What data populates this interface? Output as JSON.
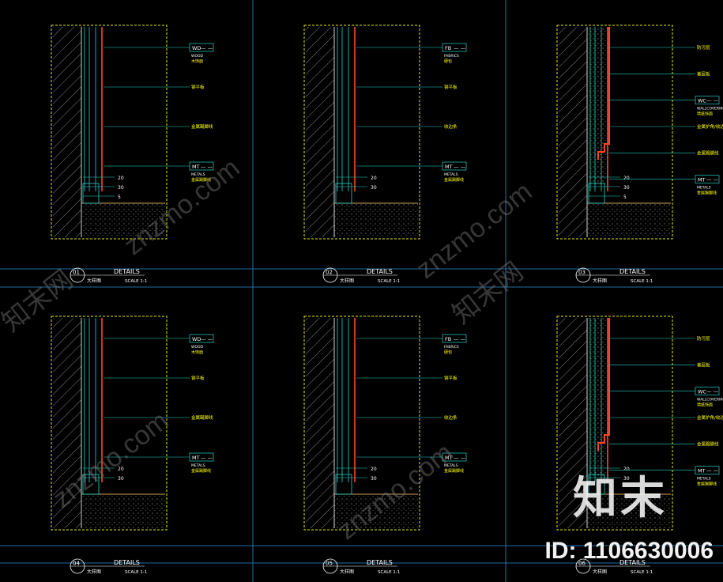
{
  "colors": {
    "frame": "#2a8fd0",
    "panel": "#e6e600",
    "tag": "#22d3c8",
    "label": "#ffff00",
    "accent": "#ff4422",
    "wall": "#d0d0d0"
  },
  "watermarks": {
    "logo": "知末",
    "id": "ID: 1106630006",
    "diagonal": "znzmo.com",
    "diagonal_cn": "知末网"
  },
  "panels": [
    {
      "num": "01",
      "title": "DETAILS",
      "subtitle": "大样图",
      "scale": "SCALE 1:1",
      "callouts": [
        {
          "code": "WD",
          "name": "WOOD",
          "cn": "木饰面"
        },
        {
          "cn": "钢平板"
        },
        {
          "cn": "金属踢脚线"
        },
        {
          "code": "MT",
          "name": "METALS",
          "cn": "金属踢脚线"
        }
      ],
      "dims": [
        "20",
        "30",
        "5"
      ]
    },
    {
      "num": "02",
      "title": "DETAILS",
      "subtitle": "大样图",
      "scale": "SCALE 1:1",
      "callouts": [
        {
          "code": "FB",
          "name": "FABRICS",
          "cn": "硬包"
        },
        {
          "cn": "钢平板"
        },
        {
          "cn": "收边条"
        },
        {
          "code": "MT",
          "name": "METALS",
          "cn": "金属踢脚线"
        }
      ],
      "dims": [
        "20",
        "30"
      ]
    },
    {
      "num": "03",
      "title": "DETAILS",
      "subtitle": "大样图",
      "scale": "SCALE 1:1",
      "callouts": [
        {
          "cn": "防污层"
        },
        {
          "cn": "基层板"
        },
        {
          "code": "WC",
          "name": "WALLCOVERING",
          "cn": "墙纸饰面"
        },
        {
          "cn": "金属护角/收边"
        },
        {
          "cn": "金属踢脚线"
        },
        {
          "code": "MT",
          "name": "METALS",
          "cn": "金属踢脚线"
        }
      ],
      "dims": [
        "20",
        "30",
        "5"
      ]
    },
    {
      "num": "04",
      "title": "DETAILS",
      "subtitle": "大样图",
      "scale": "SCALE 1:1",
      "callouts": [
        {
          "code": "WD",
          "name": "WOOD",
          "cn": "木饰面"
        },
        {
          "cn": "钢平板"
        },
        {
          "cn": "金属踢脚线"
        },
        {
          "code": "MT",
          "name": "METALS",
          "cn": "金属踢脚线"
        }
      ],
      "dims": [
        "20",
        "30"
      ]
    },
    {
      "num": "05",
      "title": "DETAILS",
      "subtitle": "大样图",
      "scale": "SCALE 1:1",
      "callouts": [
        {
          "code": "FB",
          "name": "FABRICS",
          "cn": "硬包"
        },
        {
          "cn": "钢平板"
        },
        {
          "cn": "收边条"
        },
        {
          "code": "MT",
          "name": "METALS",
          "cn": "金属踢脚线"
        }
      ],
      "dims": [
        "20",
        "30"
      ]
    },
    {
      "num": "06",
      "title": "DETAILS",
      "subtitle": "大样图",
      "scale": "SCALE 1:1",
      "callouts": [
        {
          "cn": "防污层"
        },
        {
          "cn": "基层板"
        },
        {
          "code": "WC",
          "name": "WALLCOVERING",
          "cn": "墙纸饰面"
        },
        {
          "cn": "金属护角/收边"
        },
        {
          "cn": "金属踢脚线"
        },
        {
          "code": "MT",
          "name": "METALS",
          "cn": "金属踢脚线"
        }
      ],
      "dims": [
        "20",
        "30"
      ]
    }
  ]
}
